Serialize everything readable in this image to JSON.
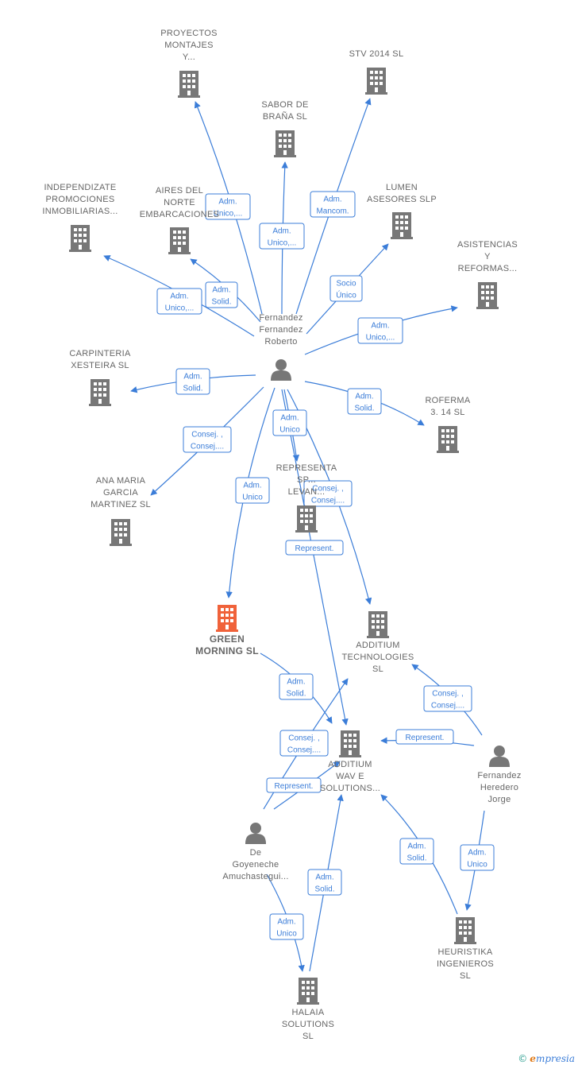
{
  "colors": {
    "building": "#777777",
    "highlight": "#f0623a",
    "person": "#777777",
    "edge": "#3b7dd8"
  },
  "nodes": [
    {
      "id": "proyectos",
      "type": "company",
      "lines": [
        "PROYECTOS",
        "MONTAJES",
        "Y..."
      ]
    },
    {
      "id": "stv",
      "type": "company",
      "lines": [
        "STV 2014  SL"
      ]
    },
    {
      "id": "sabor",
      "type": "company",
      "lines": [
        "SABOR DE",
        "BRAÑA  SL"
      ]
    },
    {
      "id": "independizate",
      "type": "company",
      "lines": [
        "INDEPENDIZATE",
        "PROMOCIONES",
        "INMOBILIARIAS..."
      ]
    },
    {
      "id": "aires",
      "type": "company",
      "lines": [
        "AIRES DEL",
        "NORTE",
        "EMBARCACIONES"
      ]
    },
    {
      "id": "lumen",
      "type": "company",
      "lines": [
        "LUMEN",
        "ASESORES  SLP"
      ]
    },
    {
      "id": "asistencias",
      "type": "company",
      "lines": [
        "ASISTENCIAS",
        "Y",
        "REFORMAS..."
      ]
    },
    {
      "id": "fernandez_roberto",
      "type": "person",
      "lines": [
        "Fernandez",
        "Fernandez",
        "Roberto"
      ]
    },
    {
      "id": "carpinteria",
      "type": "company",
      "lines": [
        "CARPINTERIA",
        "XESTEIRA  SL"
      ]
    },
    {
      "id": "roferma",
      "type": "company",
      "lines": [
        "ROFERMA",
        "3. 14  SL"
      ]
    },
    {
      "id": "ana",
      "type": "company",
      "lines": [
        "ANA MARIA",
        "GARCIA",
        "MARTINEZ SL"
      ]
    },
    {
      "id": "representa",
      "type": "company",
      "lines": [
        "REPRESENTA",
        "SP...",
        "LEVAN..."
      ]
    },
    {
      "id": "green",
      "type": "company",
      "highlight": true,
      "lines": [
        "GREEN",
        "MORNING  SL"
      ]
    },
    {
      "id": "additium_tech",
      "type": "company",
      "lines": [
        "ADDITIUM",
        "TECHNOLOGIES",
        "SL"
      ]
    },
    {
      "id": "additium_wav",
      "type": "company",
      "lines": [
        "ADDITIUM",
        "WAV E",
        "SOLUTIONS..."
      ]
    },
    {
      "id": "fernandez_jorge",
      "type": "person",
      "lines": [
        "Fernandez",
        "Heredero",
        "Jorge"
      ]
    },
    {
      "id": "goyeneche",
      "type": "person",
      "lines": [
        "De",
        "Goyeneche",
        "Amuchastegui..."
      ]
    },
    {
      "id": "heuristika",
      "type": "company",
      "lines": [
        "HEURISTIKA",
        "INGENIEROS",
        "SL"
      ]
    },
    {
      "id": "halaia",
      "type": "company",
      "lines": [
        "HALAIA",
        "SOLUTIONS",
        "SL"
      ]
    }
  ],
  "edges": [
    {
      "id": "e-proyectos",
      "lines": [
        "Adm.",
        "Unico,..."
      ]
    },
    {
      "id": "e-sabor",
      "lines": [
        "Adm.",
        "Unico,..."
      ]
    },
    {
      "id": "e-stv",
      "lines": [
        "Adm.",
        "Mancom."
      ]
    },
    {
      "id": "e-independizate",
      "lines": [
        "Adm.",
        "Unico,..."
      ]
    },
    {
      "id": "e-aires",
      "lines": [
        "Adm.",
        "Solid."
      ]
    },
    {
      "id": "e-lumen",
      "lines": [
        "Socio",
        "Único"
      ]
    },
    {
      "id": "e-asistencias",
      "lines": [
        "Adm.",
        "Unico,..."
      ]
    },
    {
      "id": "e-carpinteria",
      "lines": [
        "Adm.",
        "Solid."
      ]
    },
    {
      "id": "e-roferma",
      "lines": [
        "Adm.",
        "Solid."
      ]
    },
    {
      "id": "e-ana",
      "lines": [
        "Consej. ,",
        "Consej...."
      ]
    },
    {
      "id": "e-representa-adm",
      "lines": [
        "Adm.",
        "Unico"
      ]
    },
    {
      "id": "e-green",
      "lines": [
        "Adm.",
        "Unico"
      ]
    },
    {
      "id": "e-additium-tech-r",
      "lines": [
        "Consej. ,",
        "Consej...."
      ]
    },
    {
      "id": "e-represent-r",
      "lines": [
        "Represent."
      ]
    },
    {
      "id": "e-green-wav",
      "lines": [
        "Adm.",
        "Solid."
      ]
    },
    {
      "id": "e-jorge-tech",
      "lines": [
        "Consej. ,",
        "Consej...."
      ]
    },
    {
      "id": "e-jorge-wav",
      "lines": [
        "Represent."
      ]
    },
    {
      "id": "e-goy-tech",
      "lines": [
        "Consej. ,",
        "Consej...."
      ]
    },
    {
      "id": "e-goy-wav",
      "lines": [
        "Represent."
      ]
    },
    {
      "id": "e-jorge-heur",
      "lines": [
        "Adm.",
        "Unico"
      ]
    },
    {
      "id": "e-heur-wav",
      "lines": [
        "Adm.",
        "Solid."
      ]
    },
    {
      "id": "e-halaia-wav",
      "lines": [
        "Adm.",
        "Solid."
      ]
    },
    {
      "id": "e-goy-halaia",
      "lines": [
        "Adm.",
        "Unico"
      ]
    }
  ],
  "brand": {
    "copyright": "©",
    "first": "e",
    "rest": "mpresia"
  }
}
